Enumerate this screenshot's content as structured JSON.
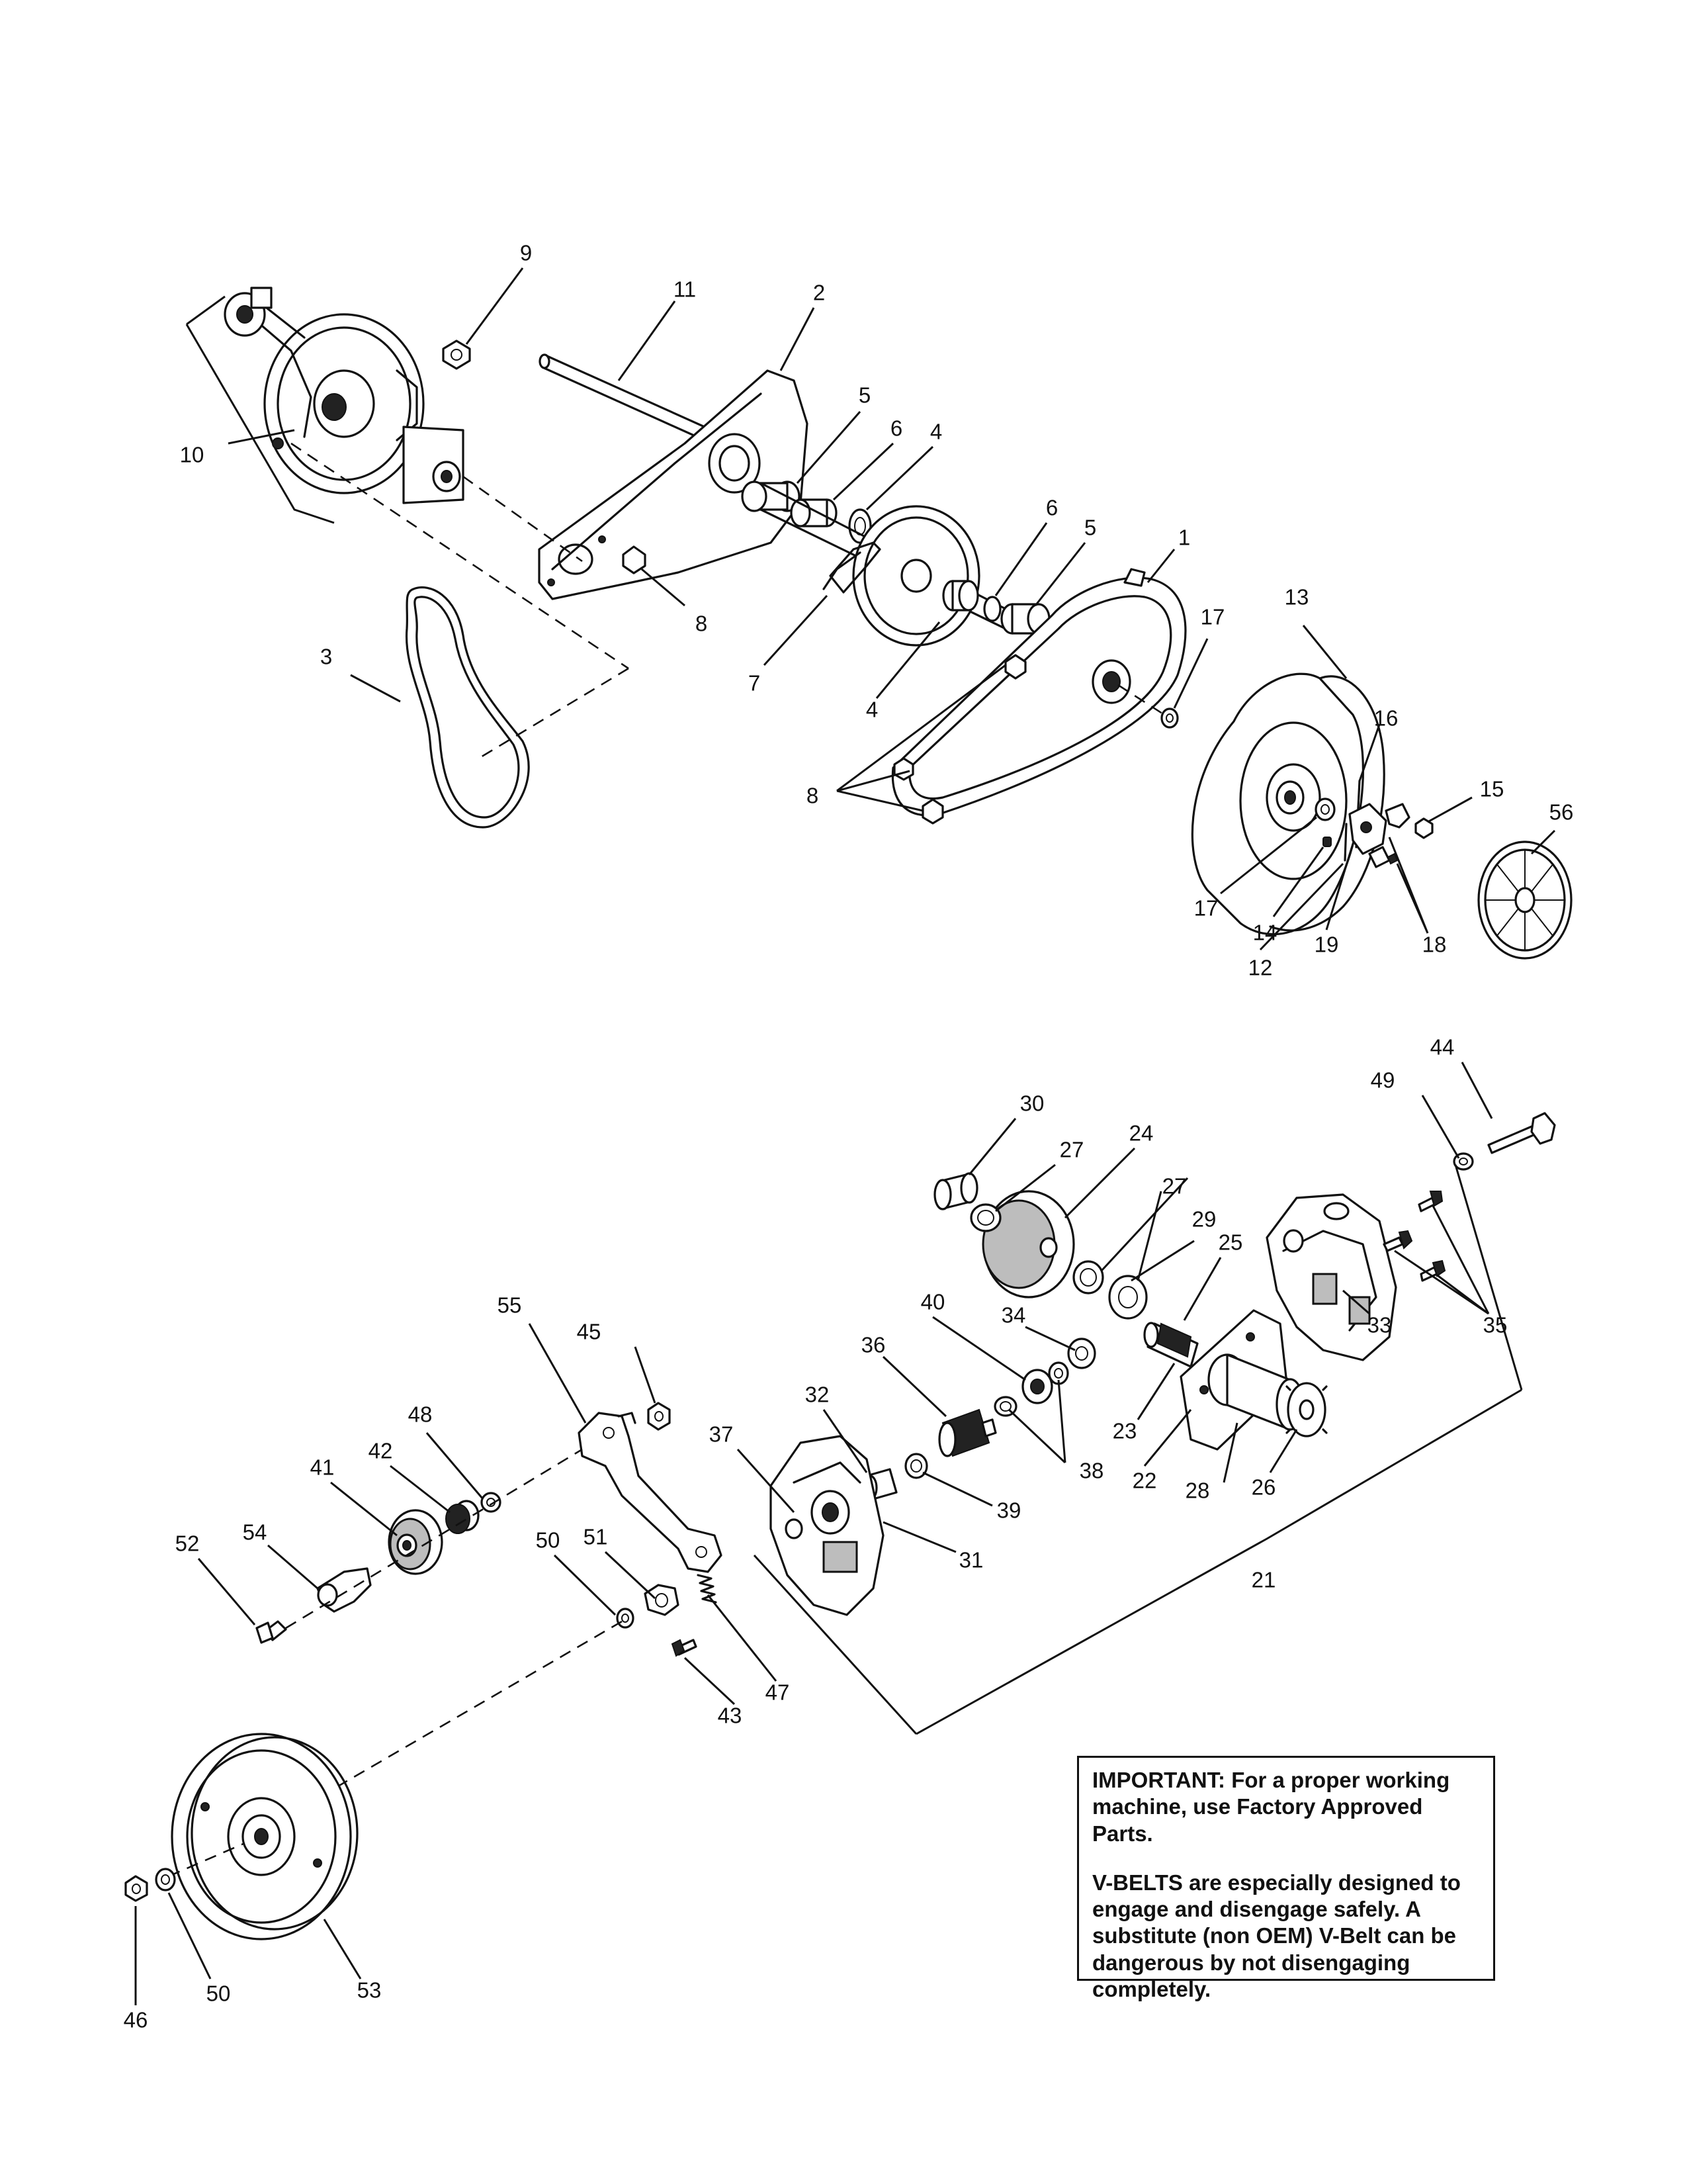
{
  "callouts": [
    "1",
    "2",
    "3",
    "4",
    "5",
    "6",
    "7",
    "8",
    "9",
    "10",
    "11",
    "12",
    "13",
    "14",
    "15",
    "16",
    "17",
    "18",
    "19",
    "21",
    "22",
    "23",
    "24",
    "25",
    "26",
    "27",
    "28",
    "29",
    "30",
    "31",
    "32",
    "33",
    "34",
    "35",
    "36",
    "37",
    "38",
    "39",
    "40",
    "41",
    "42",
    "43",
    "44",
    "45",
    "46",
    "47",
    "48",
    "49",
    "50",
    "51",
    "52",
    "53",
    "54",
    "55",
    "56"
  ],
  "notice": {
    "paragraph1": "IMPORTANT: For a proper working machine, use Factory Approved Parts.",
    "paragraph2": "V-BELTS are especially designed to engage and disengage safely. A substitute (non OEM) V-Belt can be dangerous by not disengaging completely."
  }
}
